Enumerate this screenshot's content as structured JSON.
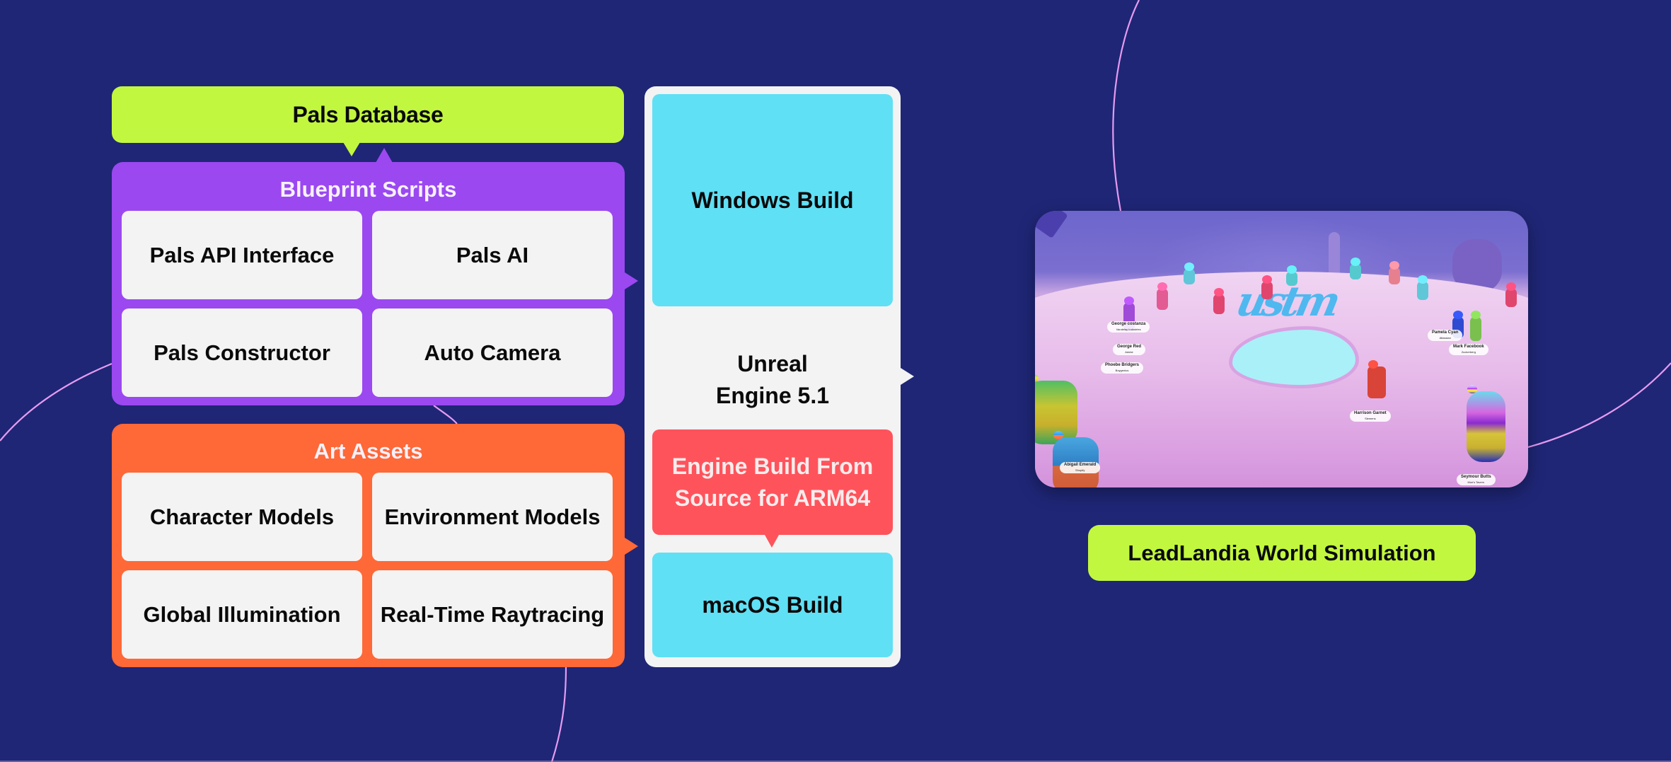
{
  "diagram": {
    "pals_database": "Pals Database",
    "blueprint": {
      "title": "Blueprint Scripts",
      "items": [
        "Pals API Interface",
        "Pals AI",
        "Pals Constructor",
        "Auto Camera"
      ]
    },
    "art_assets": {
      "title": "Art Assets",
      "items": [
        "Character Models",
        "Environment Models",
        "Global Illumination",
        "Real-Time Raytracing"
      ]
    },
    "engine_column": {
      "windows_build": "Windows Build",
      "engine": "Unreal Engine 5.1",
      "engine_line1": "Unreal",
      "engine_line2": "Engine 5.1",
      "arm_build_line1": "Engine Build From",
      "arm_build_line2": "Source for ARM64",
      "macos_build": "macOS Build"
    },
    "simulation": {
      "caption": "LeadLandia World Simulation",
      "scene_labels": [
        {
          "name": "George costanza",
          "org": "Vandelay Industries"
        },
        {
          "name": "George Red",
          "org": "Adobe"
        },
        {
          "name": "Phoebe Bridgers",
          "org": "Boygenius"
        },
        {
          "name": "Pamela Cyan",
          "org": "Atlassian"
        },
        {
          "name": "Mark Facebook",
          "org": "Zuckerberg"
        },
        {
          "name": "Harrison Garnet",
          "org": "Siemens"
        },
        {
          "name": "Abigail Emerald",
          "org": "Shopify"
        },
        {
          "name": "Seymour Butts",
          "org": "Moe's Tavern"
        }
      ]
    }
  },
  "colors": {
    "background": "#1f2676",
    "lime": "#c2f73f",
    "purple": "#9b48f1",
    "orange": "#ff6837",
    "cyan": "#5fe0f5",
    "red": "#ff535c",
    "light_gray": "#f3f3f3",
    "arc": "#e69bf0"
  }
}
